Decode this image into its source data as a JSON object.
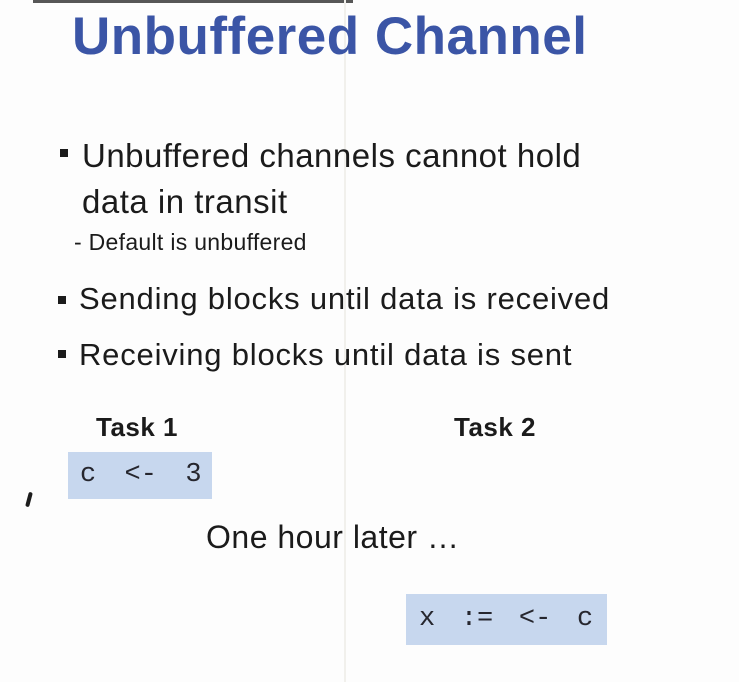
{
  "slide": {
    "title": "Unbuffered Channel",
    "bullets": [
      {
        "text": "Unbuffered channels cannot hold data in transit",
        "sub": "- Default is unbuffered"
      },
      {
        "text": "Sending blocks until data is received"
      },
      {
        "text": "Receiving blocks until data is sent"
      }
    ],
    "tasks": [
      {
        "label": "Task 1",
        "code": "c <- 3"
      },
      {
        "label": "Task 2",
        "code": "x := <- c"
      }
    ],
    "interlude": "One hour later …",
    "colors": {
      "title_blue": "#3b55a6",
      "code_highlight_bg": "#c7d7ee",
      "body_text": "#1b1b1b"
    }
  }
}
